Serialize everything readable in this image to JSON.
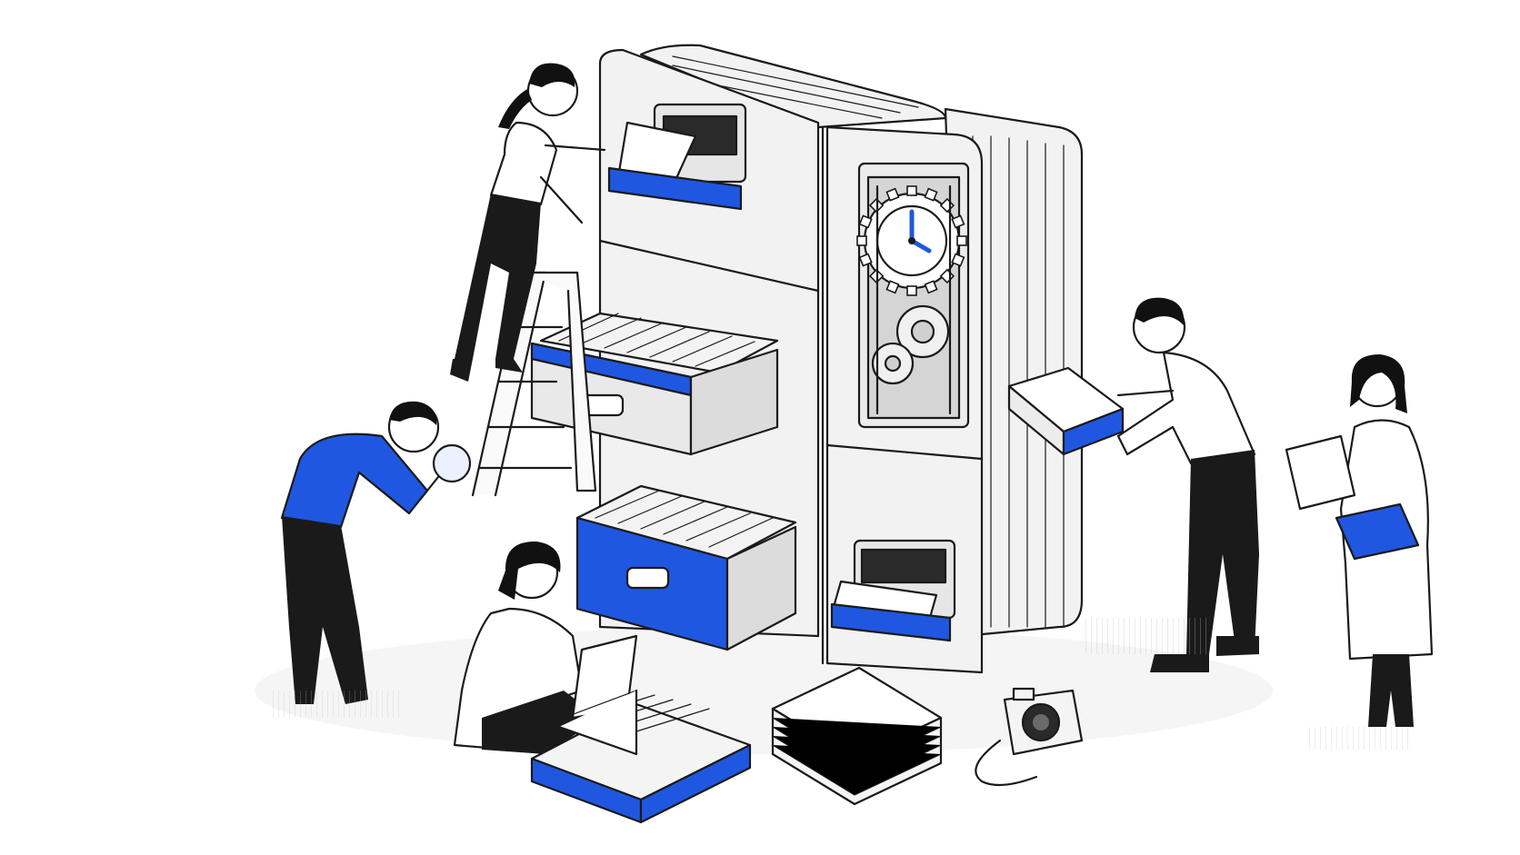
{
  "palette": {
    "accent": "#1f57e0",
    "ink": "#1a1a1a",
    "paper": "#ffffff",
    "cabinet": "#f2f2f2",
    "shade": "#d9d9d9",
    "hair": "#111111"
  },
  "clock": {
    "hour": 4,
    "minute": 0
  },
  "scene_items": [
    "filing-cabinet-machine",
    "clock-gear-panel",
    "woman-on-ladder-icon",
    "man-with-magnifier-icon",
    "woman-sitting-with-box-icon",
    "man-pulling-tray-icon",
    "scientist-with-clipboard-icon",
    "paper-stack-icon",
    "camera-icon"
  ]
}
